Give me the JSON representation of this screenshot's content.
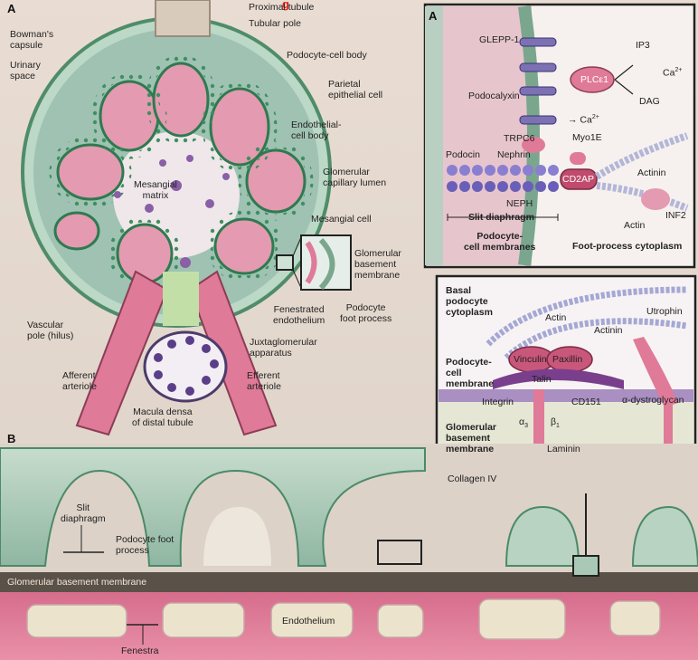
{
  "header_text": "g",
  "panel_a": {
    "letter": "A",
    "labels": {
      "proximal_tubule": "Proximal tubule",
      "tubular_pole": "Tubular pole",
      "bowmans_capsule": "Bowman's\ncapsule",
      "urinary_space": "Urinary\nspace",
      "podocyte_cell_body": "Podocyte-cell body",
      "parietal_epithelial_cell": "Parietal\nepithelial cell",
      "endothelial_cell_body": "Endothelial-\ncell body",
      "glomerular_capillary_lumen": "Glomerular\ncapillary lumen",
      "mesangial_matrix": "Mesangial\nmatrix",
      "mesangial_cell": "Mesangial cell",
      "glomerular_basement_membrane": "Glomerular\nbasement\nmembrane",
      "fenestrated_endothelium": "Fenestrated\nendothelium",
      "podocyte_foot_process": "Podocyte\nfoot process",
      "vascular_pole": "Vascular\npole (hilus)",
      "juxtaglomerular_apparatus": "Juxtaglomerular\napparatus",
      "afferent_arteriole": "Afferent\narteriole",
      "efferent_arteriole": "Efferent\narteriole",
      "macula_densa": "Macula densa\nof distal tubule"
    }
  },
  "inset_top": {
    "labels": {
      "glepp1": "GLEPP-1",
      "podocalyxin": "Podocalyxin",
      "trpc6": "TRPC6",
      "ca_right": "Ca",
      "ca_superscript": "2+",
      "plce1": "PLCε1",
      "ip3": "IP3",
      "ca_top": "Ca",
      "ca_top_sup": "2+",
      "dag": "DAG",
      "myo1e": "Myo1E",
      "podocin": "Podocin",
      "nephrin": "Nephrin",
      "cd2ap": "CD2AP",
      "neph": "NEPH",
      "actinin": "Actinin",
      "actin": "Actin",
      "inf2": "INF2",
      "slit_diaphragm": "Slit diaphragm",
      "podocyte_cell_membranes": "Podocyte-\ncell membranes",
      "foot_process_cytoplasm": "Foot-process cytoplasm"
    }
  },
  "inset_bottom": {
    "labels": {
      "basal_podocyte_cytoplasm": "Basal\npodocyte\ncytoplasm",
      "actin": "Actin",
      "actinin": "Actinin",
      "utrophin": "Utrophin",
      "vinculin": "Vinculin",
      "paxillin": "Paxillin",
      "talin": "Talin",
      "podocyte_cell_membrane": "Podocyte-\ncell\nmembrane",
      "integrin": "Integrin",
      "cd151": "CD151",
      "alpha3": "α",
      "alpha3_sub": "3",
      "beta1": "β",
      "beta1_sub": "1",
      "alpha_dystroglycan": "α-dystroglycan",
      "glomerular_basement_membrane": "Glomerular\nbasement\nmembrane",
      "laminin": "Laminin",
      "collagen_iv": "Collagen IV"
    }
  },
  "panel_b": {
    "letter": "B",
    "labels": {
      "slit_diaphragm": "Slit\ndiaphragm",
      "podocyte_foot_process": "Podocyte foot\nprocess",
      "glomerular_basement_membrane": "Glomerular basement membrane",
      "endothelium": "Endothelium",
      "fenestra": "Fenestra"
    }
  },
  "colors": {
    "glomerulus_fill": "#9fc2b3",
    "capillary": "#e49ab0",
    "foot_process": "#b8d3c2",
    "gbm_band": "#5a5249",
    "endothelium": "#e76f93"
  }
}
